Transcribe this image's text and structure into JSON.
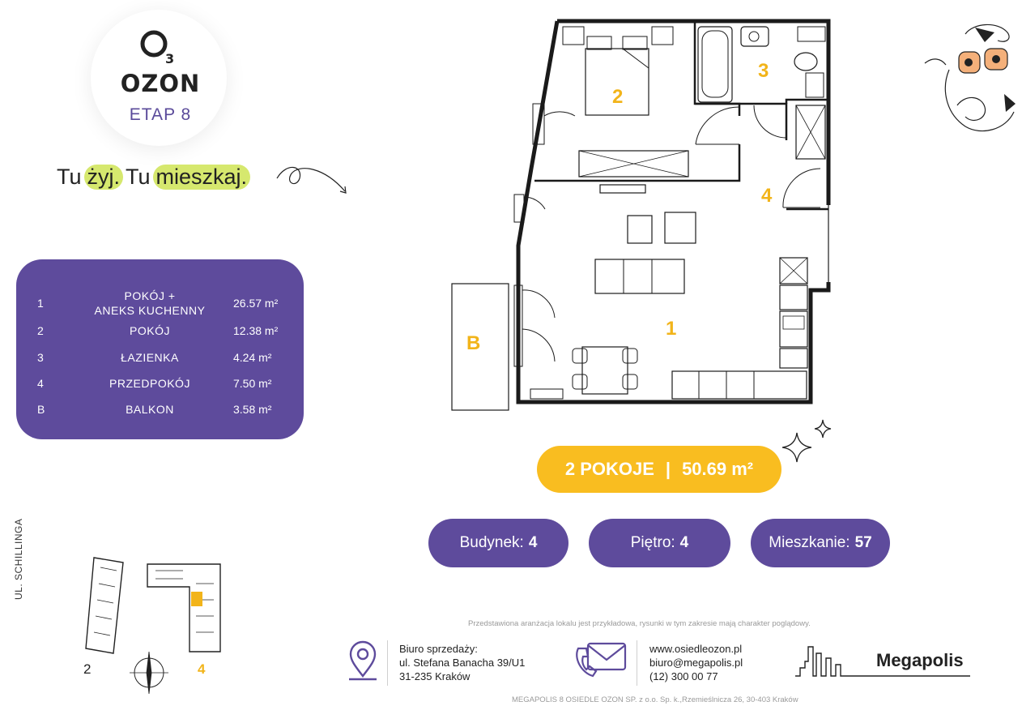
{
  "logo": {
    "subscript": "3",
    "name": "OZON",
    "stage": "ETAP 8"
  },
  "slogan": {
    "part1": "Tu",
    "part2": "żyj.",
    "part3": "Tu",
    "part4": "mieszkaj."
  },
  "rooms": [
    {
      "num": "1",
      "name_line1": "POKÓJ +",
      "name_line2": "ANEKS KUCHENNY",
      "area": "26.57 m²"
    },
    {
      "num": "2",
      "name_line1": "POKÓJ",
      "name_line2": "",
      "area": "12.38 m²"
    },
    {
      "num": "3",
      "name_line1": "ŁAZIENKA",
      "name_line2": "",
      "area": "4.24 m²"
    },
    {
      "num": "4",
      "name_line1": "PRZEDPOKÓJ",
      "name_line2": "",
      "area": "7.50 m²"
    },
    {
      "num": "B",
      "name_line1": "BALKON",
      "name_line2": "",
      "area": "3.58 m²"
    }
  ],
  "plan_labels": {
    "room1": "1",
    "room2": "2",
    "room3": "3",
    "room4": "4",
    "balcony": "B"
  },
  "summary": {
    "rooms": "2 POKOJE",
    "separator": "|",
    "area": "50.69 m²"
  },
  "info": {
    "building_label": "Budynek:",
    "building_value": "4",
    "floor_label": "Piętro:",
    "floor_value": "4",
    "apartment_label": "Mieszkanie:",
    "apartment_value": "57"
  },
  "sitemap": {
    "street": "UL. SCHILLINGA",
    "building_left": "2",
    "building_right": "4"
  },
  "footer": {
    "disclaimer": "Przedstawiona aranżacja lokalu jest przykładowa, rysunki w tym zakresie mają charakter poglądowy.",
    "office_line1": "Biuro sprzedaży:",
    "office_line2": "ul. Stefana Banacha 39/U1",
    "office_line3": "31-235 Kraków",
    "website": "www.osiedleozon.pl",
    "email": "biuro@megapolis.pl",
    "phone": "(12) 300 00 77",
    "developer": "Megapolis",
    "company": "MEGAPOLIS 8 OSIEDLE OZON SP. z o.o. Sp. k.,Rzemieślnicza 26, 30-403 Kraków"
  },
  "colors": {
    "purple": "#5e4b9c",
    "yellow": "#f9bd20",
    "lime": "#d6e86e"
  }
}
